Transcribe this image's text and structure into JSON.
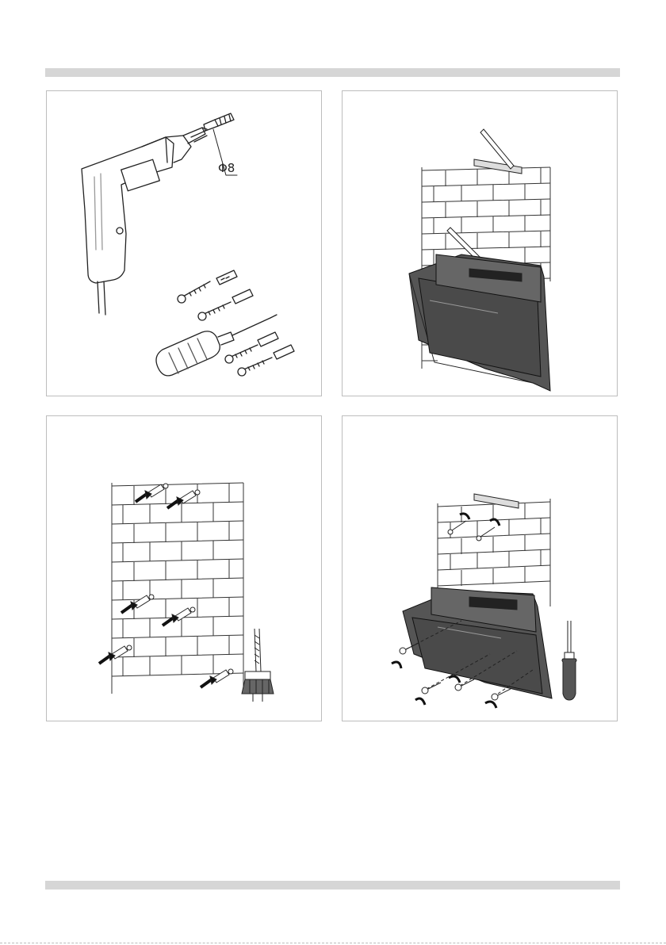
{
  "panels": [
    {
      "id": "step-1",
      "callout": "Φ8"
    },
    {
      "id": "step-2"
    },
    {
      "id": "step-3"
    },
    {
      "id": "step-4"
    }
  ]
}
